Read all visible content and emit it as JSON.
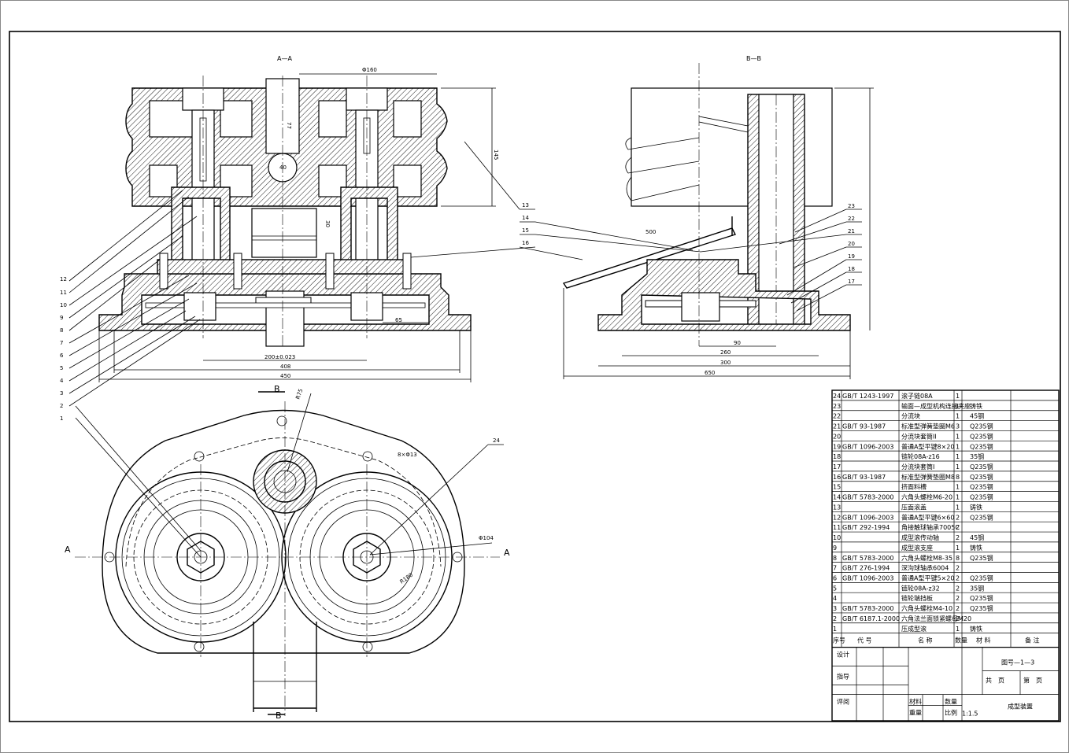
{
  "views": {
    "section_aa": "A—A",
    "section_bb": "B—B",
    "cut_a_left": "A",
    "cut_a_right": "A",
    "cut_b_top": "B",
    "cut_b_bottom": "B"
  },
  "dimensions": {
    "phi160": "Φ160",
    "d77": "77",
    "d40": "40",
    "d145": "145",
    "d30": "30",
    "d65": "65",
    "d200": "200±0.023",
    "d408": "408",
    "d450": "450",
    "d500": "500",
    "d90": "90",
    "d260": "260",
    "d300": "300",
    "d650": "650",
    "d8phi13": "8×Φ13",
    "r75": "R75",
    "phi104": "Φ104",
    "r180": "R180"
  },
  "balloons_aa": [
    "12",
    "11",
    "10",
    "9",
    "8",
    "7",
    "6",
    "5",
    "4",
    "3",
    "2",
    "1"
  ],
  "balloons_right_aa": [
    "13",
    "14",
    "15",
    "16"
  ],
  "balloons_bb": [
    "23",
    "22",
    "21",
    "20",
    "19",
    "18",
    "17"
  ],
  "balloon_24": "24",
  "bom": [
    {
      "no": "24",
      "code": "GB/T 1243-1997",
      "name": "滚子链08A",
      "qty": "1",
      "mat": "",
      "note": ""
    },
    {
      "no": "23",
      "code": "",
      "name": "输面—成型机构连接夹座",
      "qty": "1",
      "mat": "铸铁",
      "note": ""
    },
    {
      "no": "22",
      "code": "",
      "name": "分流块",
      "qty": "1",
      "mat": "45钢",
      "note": ""
    },
    {
      "no": "21",
      "code": "GB/T 93-1987",
      "name": "标准型弹簧垫圈M6",
      "qty": "3",
      "mat": "Q235钢",
      "note": ""
    },
    {
      "no": "20",
      "code": "",
      "name": "分流块套筒II",
      "qty": "1",
      "mat": "Q235钢",
      "note": ""
    },
    {
      "no": "19",
      "code": "GB/T 1096-2003",
      "name": "普通A型平键8×20",
      "qty": "1",
      "mat": "Q235钢",
      "note": ""
    },
    {
      "no": "18",
      "code": "",
      "name": "链轮08A-z16",
      "qty": "1",
      "mat": "35钢",
      "note": ""
    },
    {
      "no": "17",
      "code": "",
      "name": "分流块套筒I",
      "qty": "1",
      "mat": "Q235钢",
      "note": ""
    },
    {
      "no": "16",
      "code": "GB/T 93-1987",
      "name": "标准型弹簧垫圈M8",
      "qty": "8",
      "mat": "Q235钢",
      "note": ""
    },
    {
      "no": "15",
      "code": "",
      "name": "挤面料槽",
      "qty": "1",
      "mat": "Q235钢",
      "note": ""
    },
    {
      "no": "14",
      "code": "GB/T 5783-2000",
      "name": "六角头螺栓M6-20",
      "qty": "1",
      "mat": "Q235钢",
      "note": ""
    },
    {
      "no": "13",
      "code": "",
      "name": "压面滚盖",
      "qty": "1",
      "mat": "铸铁",
      "note": ""
    },
    {
      "no": "12",
      "code": "GB/T 1096-2003",
      "name": "普通A型平键6×60",
      "qty": "2",
      "mat": "Q235钢",
      "note": ""
    },
    {
      "no": "11",
      "code": "GB/T 292-1994",
      "name": "角接触球轴承7005C",
      "qty": "2",
      "mat": "",
      "note": ""
    },
    {
      "no": "10",
      "code": "",
      "name": "成型滚传动轴",
      "qty": "2",
      "mat": "45钢",
      "note": ""
    },
    {
      "no": "9",
      "code": "",
      "name": "成型滚支座",
      "qty": "1",
      "mat": "铸铁",
      "note": ""
    },
    {
      "no": "8",
      "code": "GB/T 5783-2000",
      "name": "六角头螺栓M8-35",
      "qty": "8",
      "mat": "Q235钢",
      "note": ""
    },
    {
      "no": "7",
      "code": "GB/T 276-1994",
      "name": "深沟球轴承6004",
      "qty": "2",
      "mat": "",
      "note": ""
    },
    {
      "no": "6",
      "code": "GB/T 1096-2003",
      "name": "普通A型平键5×20",
      "qty": "2",
      "mat": "Q235钢",
      "note": ""
    },
    {
      "no": "5",
      "code": "",
      "name": "链轮08A-z32",
      "qty": "2",
      "mat": "35钢",
      "note": ""
    },
    {
      "no": "4",
      "code": "",
      "name": "链轮端挡板",
      "qty": "2",
      "mat": "Q235钢",
      "note": ""
    },
    {
      "no": "3",
      "code": "GB/T 5783-2000",
      "name": "六角头螺栓M4-10",
      "qty": "2",
      "mat": "Q235钢",
      "note": ""
    },
    {
      "no": "2",
      "code": "GB/T 6187.1-2000",
      "name": "六角法兰面锁紧螺母M20",
      "qty": "2",
      "mat": "",
      "note": ""
    },
    {
      "no": "1",
      "code": "",
      "name": "压成型滚",
      "qty": "1",
      "mat": "铸铁",
      "note": ""
    }
  ],
  "bom_header": {
    "no": "序号",
    "code": "代 号",
    "name": "名 称",
    "qty": "数量",
    "mat": "材 料",
    "note": "备 注"
  },
  "title_block": {
    "design": "设计",
    "guide": "指导",
    "review": "评阅",
    "drawing_no": "图号—1—3",
    "sheets": "共　页",
    "sheet": "第　页",
    "material_label": "材料",
    "quantity_label": "数量",
    "weight_label": "重量",
    "scale_label": "比例",
    "scale_value": "1:1.5",
    "title": "成型装置"
  }
}
